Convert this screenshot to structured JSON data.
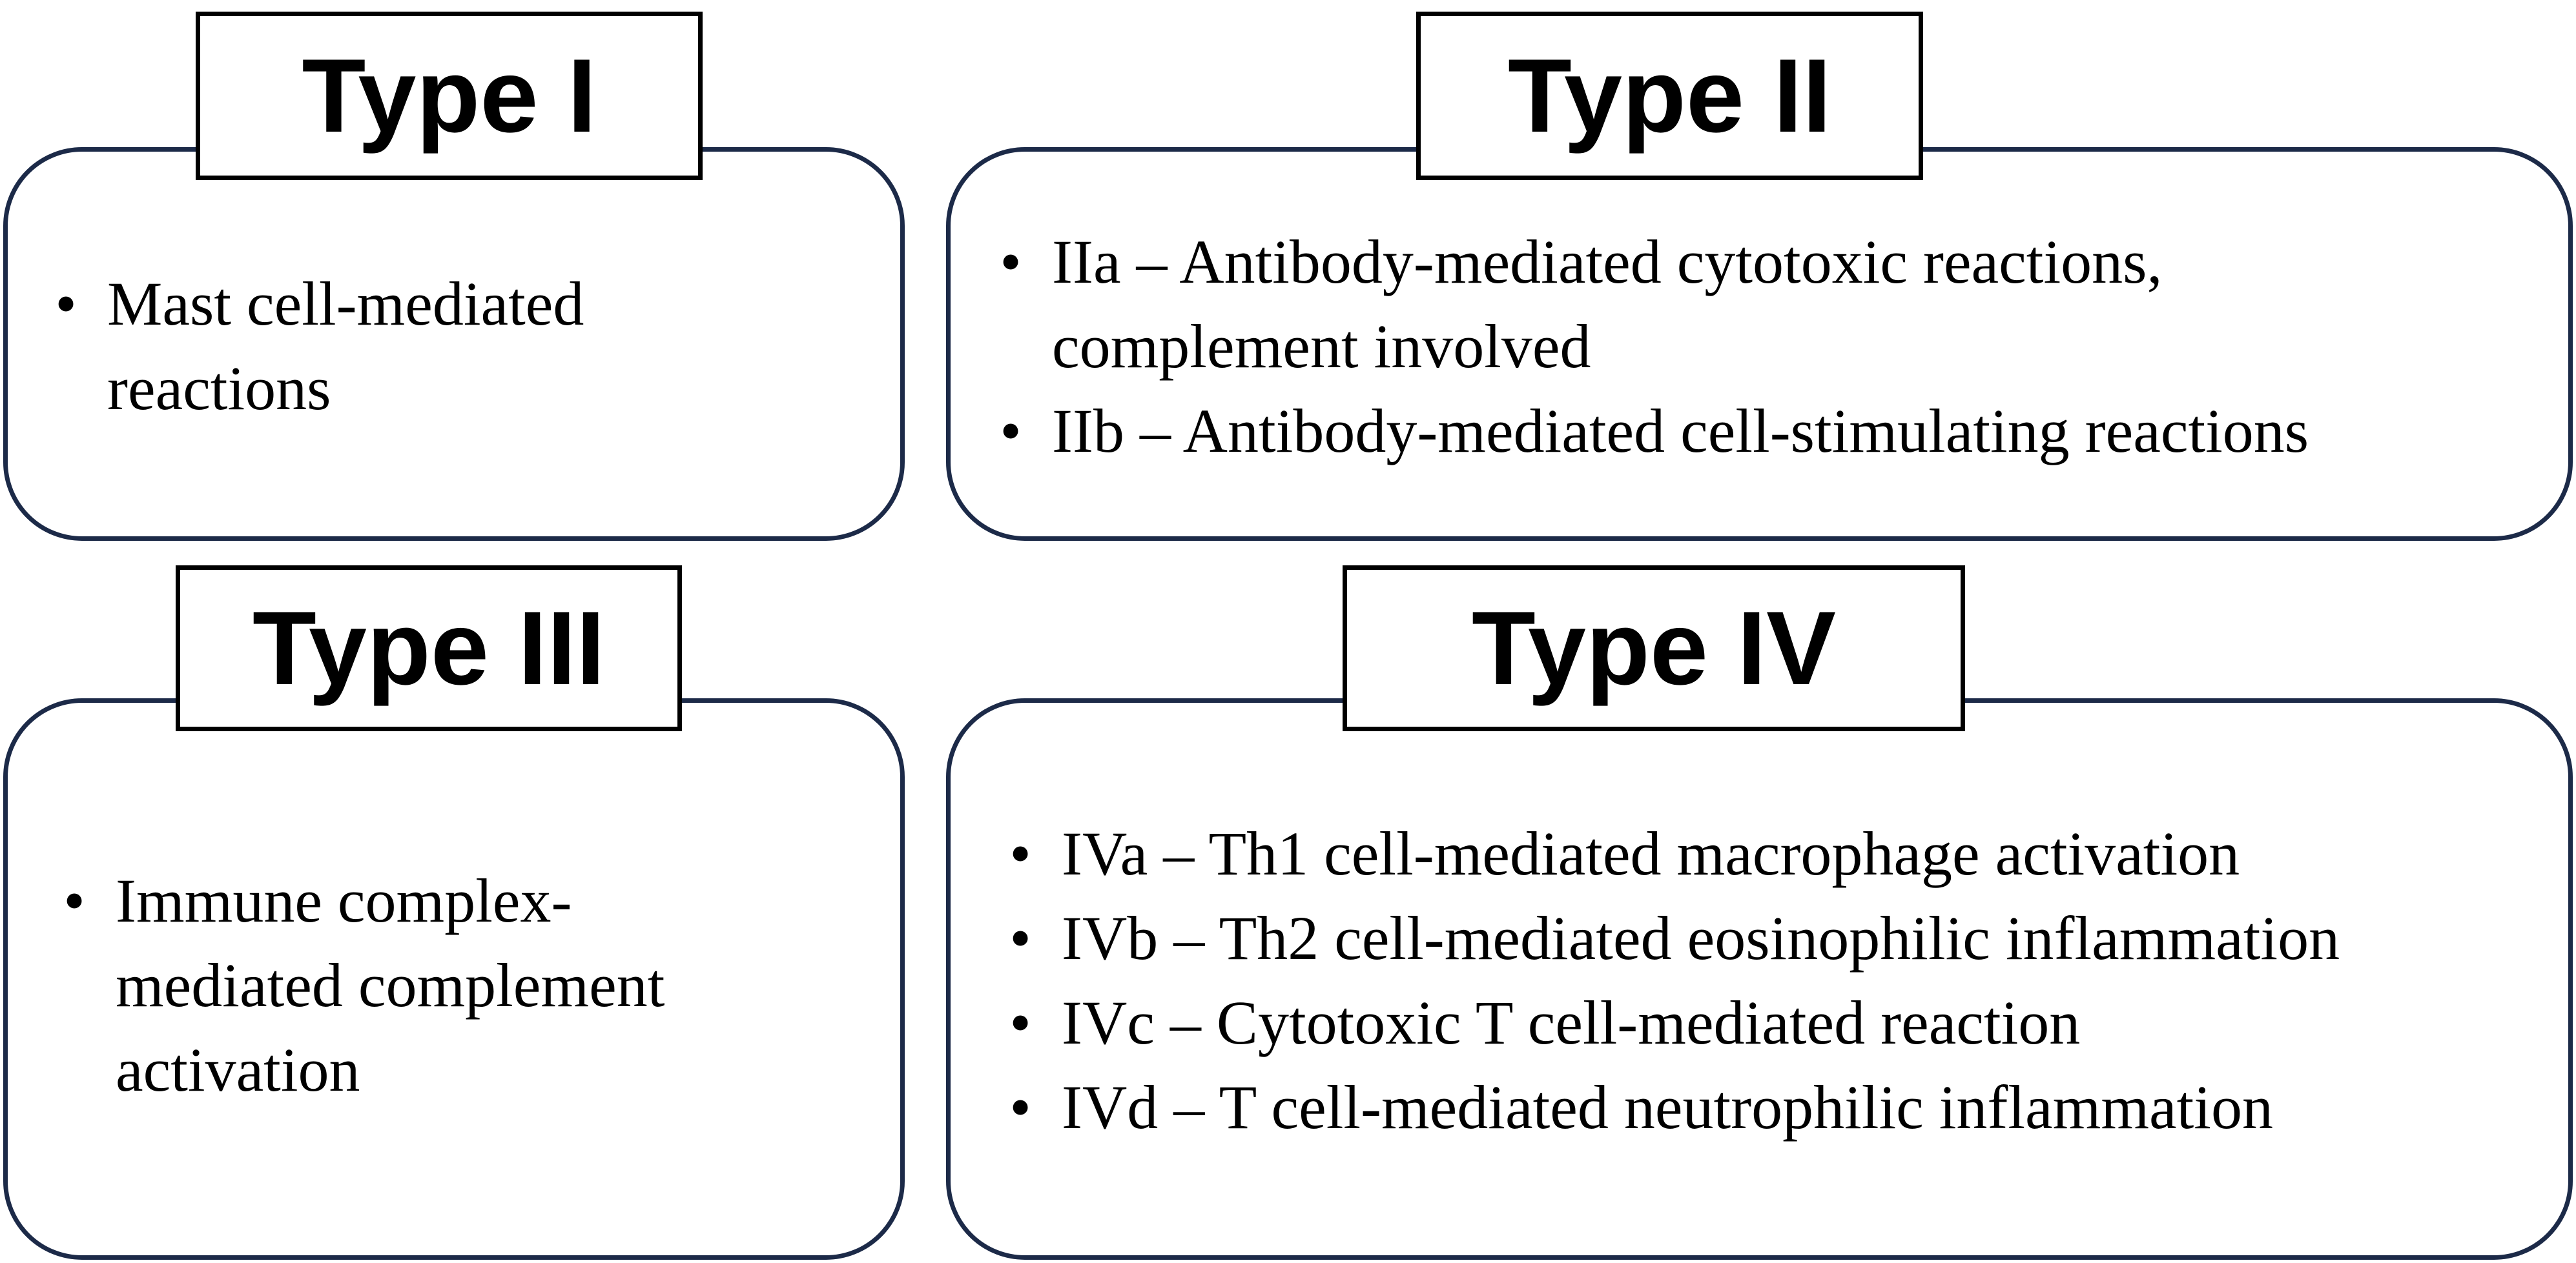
{
  "types": [
    {
      "title": "Type I",
      "items": [
        "Mast cell-mediated\nreactions"
      ]
    },
    {
      "title": "Type II",
      "items": [
        "IIa – Antibody-mediated cytotoxic reactions,\ncomplement involved",
        "IIb – Antibody-mediated cell-stimulating reactions"
      ]
    },
    {
      "title": "Type III",
      "items": [
        "Immune complex-\nmediated complement\nactivation"
      ]
    },
    {
      "title": "Type IV",
      "items": [
        "IVa – Th1 cell-mediated macrophage activation",
        "IVb – Th2 cell-mediated eosinophilic inflammation",
        "IVc – Cytotoxic T cell-mediated reaction",
        "IVd – T cell-mediated neutrophilic inflammation"
      ]
    }
  ],
  "colors": {
    "panel_border": "#1c2a48",
    "title_border": "#000000",
    "text": "#000000"
  },
  "bullet_glyph": "•"
}
